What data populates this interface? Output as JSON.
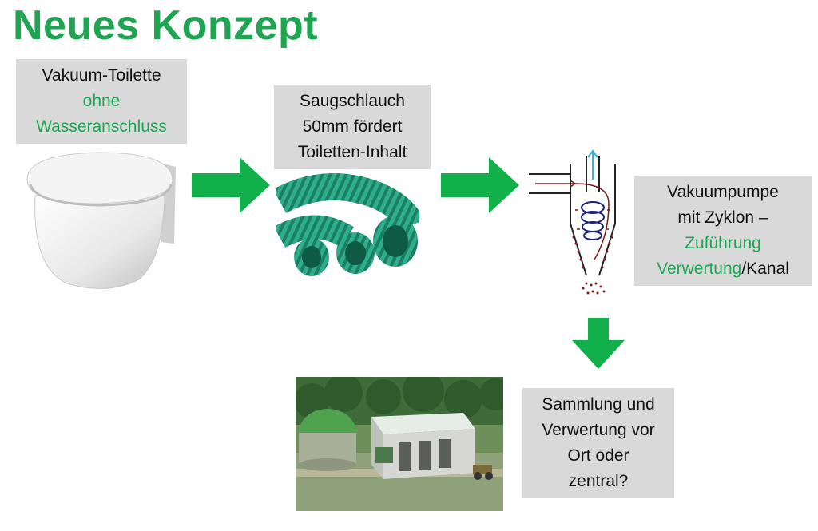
{
  "title": "Neues Konzept",
  "colors": {
    "accent": "#1fa552",
    "box_bg": "#d9d9d9",
    "arrow": "#12b04a"
  },
  "box_toilet": {
    "line1": "Vakuum-Toilette",
    "line2": "ohne",
    "line3": "Wasseranschluss"
  },
  "box_hose": {
    "line1": "Saugschlauch",
    "line2": "50mm fördert",
    "line3": "Toiletten-Inhalt"
  },
  "box_pump": {
    "line1": "Vakuumpumpe",
    "line2": "mit Zyklon –",
    "line3": "Zuführung",
    "line4a": "Verwertung",
    "line4b": "/Kanal"
  },
  "box_collect": {
    "line1": "Sammlung und",
    "line2": "Verwertung vor",
    "line3": "Ort oder",
    "line4": "zentral?"
  }
}
